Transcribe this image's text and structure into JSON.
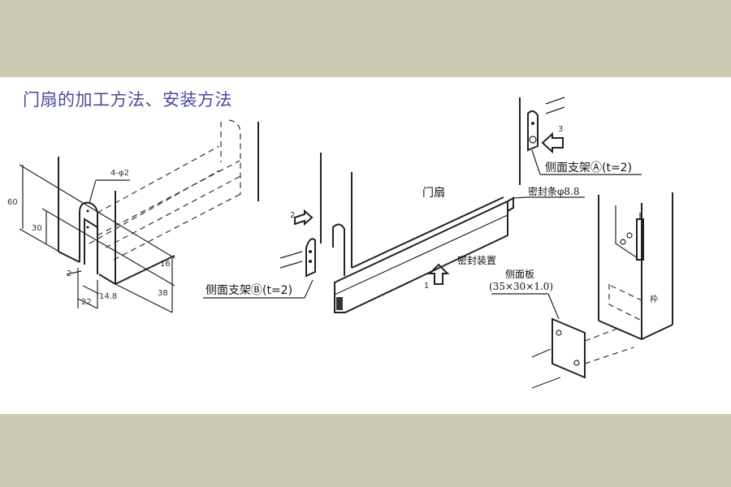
{
  "title": "门扇的加工方法、安装方法",
  "left_drawing": {
    "dimensions": [
      "60",
      "30",
      "4-φ2",
      "2",
      "22",
      "14.8",
      "16",
      "38"
    ]
  },
  "middle_drawing": {
    "door_label": "门扇",
    "seal_strip_label": "密封条φ8.8",
    "seal_device_label": "密封装置",
    "bracket_b_label": "侧面支架Ⓑ(t=2)",
    "bracket_a_label": "侧面支架Ⓐ(t=2)",
    "step_1": "1",
    "step_2": "2",
    "step_3": "3"
  },
  "right_drawing": {
    "side_plate_label": "侧面板",
    "side_plate_spec": "(35×30×1.0)",
    "frame_label": "枠"
  },
  "colors": {
    "background": "#cbcbb4",
    "title": "#4b4a9c"
  }
}
